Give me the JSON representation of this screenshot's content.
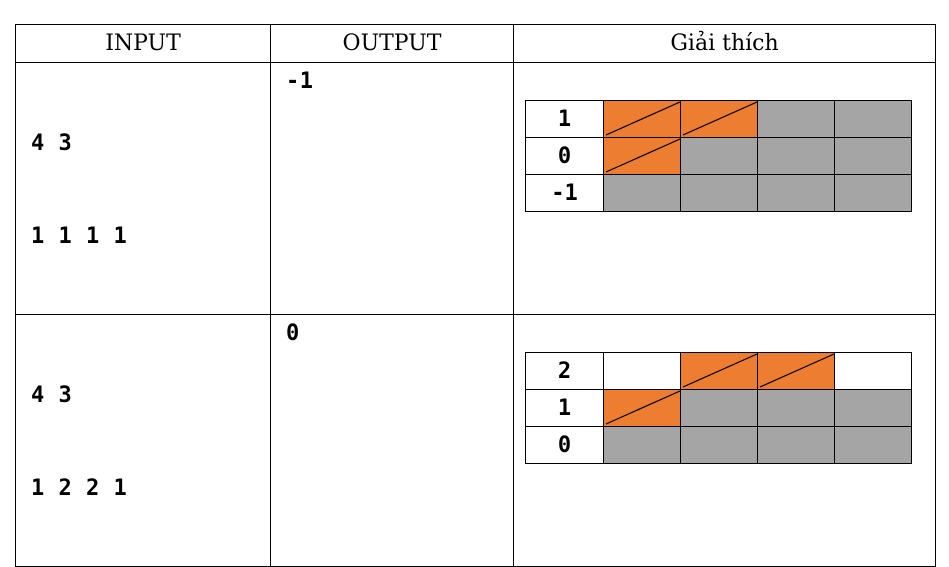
{
  "headers": {
    "input": "INPUT",
    "output": "OUTPUT",
    "explanation": "Giải thích"
  },
  "examples": [
    {
      "input_line1": "4 3",
      "input_line2": "1 1 1 1",
      "output": "-1",
      "grid": [
        {
          "label": "1",
          "cells": [
            "orange",
            "orange",
            "gray",
            "gray"
          ]
        },
        {
          "label": "0",
          "cells": [
            "orange",
            "gray",
            "gray",
            "gray"
          ]
        },
        {
          "label": "-1",
          "cells": [
            "gray",
            "gray",
            "gray",
            "gray"
          ]
        }
      ]
    },
    {
      "input_line1": "4 3",
      "input_line2": "1 2 2 1",
      "output": "0",
      "grid": [
        {
          "label": "2",
          "cells": [
            "white",
            "orange",
            "orange",
            "white"
          ]
        },
        {
          "label": "1",
          "cells": [
            "orange",
            "gray",
            "gray",
            "gray"
          ]
        },
        {
          "label": "0",
          "cells": [
            "gray",
            "gray",
            "gray",
            "gray"
          ]
        }
      ]
    }
  ],
  "colors": {
    "orange": "#ed7d31",
    "gray": "#a5a5a5",
    "white": "#ffffff"
  }
}
